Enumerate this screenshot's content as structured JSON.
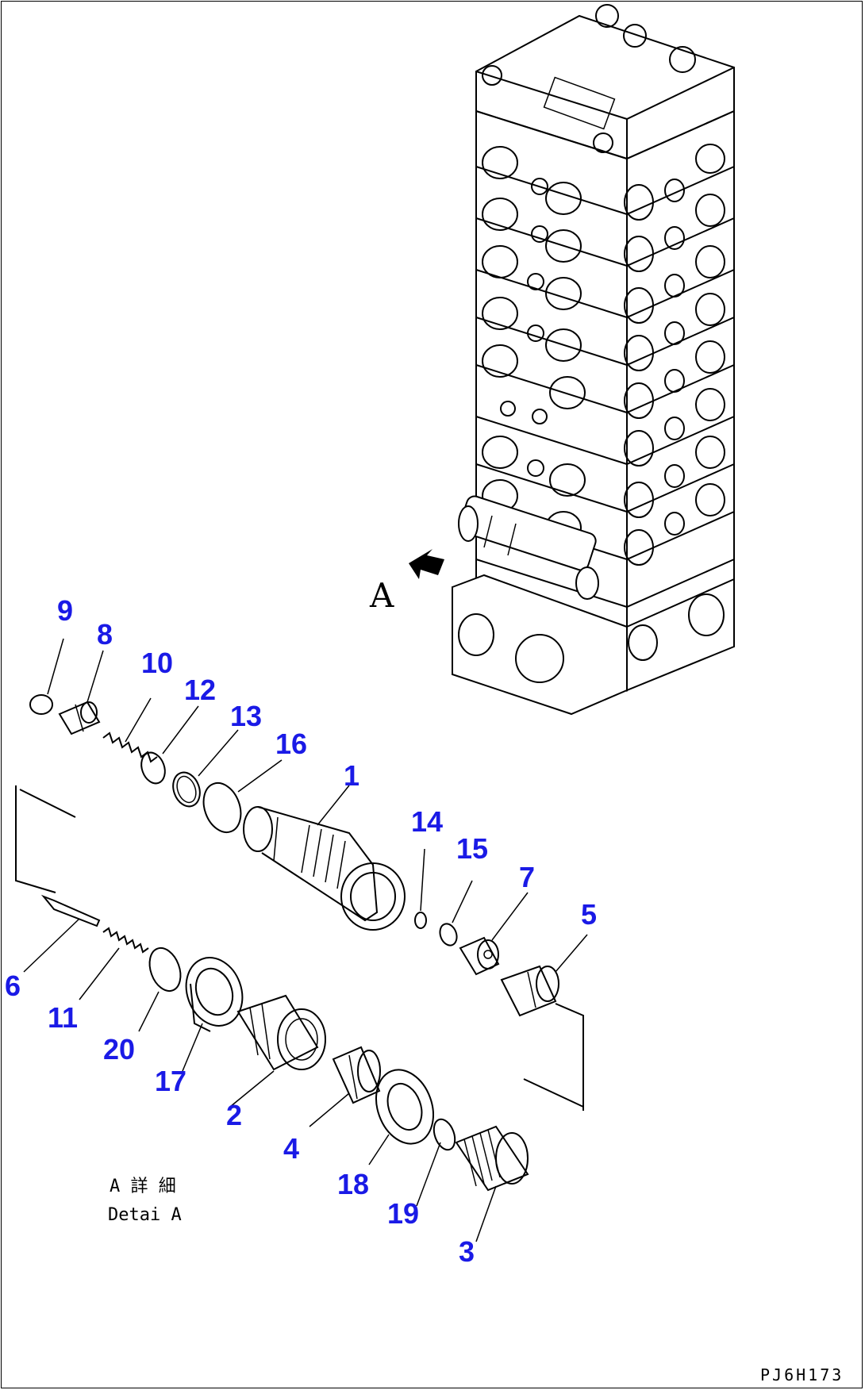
{
  "view_label": "A",
  "detail_caption": {
    "line1": "A 詳 細",
    "line2": "Detai A"
  },
  "drawing_code": "PJ6H173",
  "callouts": [
    {
      "id": "callout-9",
      "text": "9"
    },
    {
      "id": "callout-8",
      "text": "8"
    },
    {
      "id": "callout-10",
      "text": "10"
    },
    {
      "id": "callout-12",
      "text": "12"
    },
    {
      "id": "callout-13",
      "text": "13"
    },
    {
      "id": "callout-16",
      "text": "16"
    },
    {
      "id": "callout-1",
      "text": "1"
    },
    {
      "id": "callout-14",
      "text": "14"
    },
    {
      "id": "callout-15",
      "text": "15"
    },
    {
      "id": "callout-7",
      "text": "7"
    },
    {
      "id": "callout-5",
      "text": "5"
    },
    {
      "id": "callout-6",
      "text": "6"
    },
    {
      "id": "callout-11",
      "text": "11"
    },
    {
      "id": "callout-20",
      "text": "20"
    },
    {
      "id": "callout-17",
      "text": "17"
    },
    {
      "id": "callout-2",
      "text": "2"
    },
    {
      "id": "callout-4",
      "text": "4"
    },
    {
      "id": "callout-18",
      "text": "18"
    },
    {
      "id": "callout-19",
      "text": "19"
    },
    {
      "id": "callout-3",
      "text": "3"
    }
  ],
  "colors": {
    "callout": "#1a1ae6",
    "line": "#000000",
    "background": "#ffffff"
  }
}
